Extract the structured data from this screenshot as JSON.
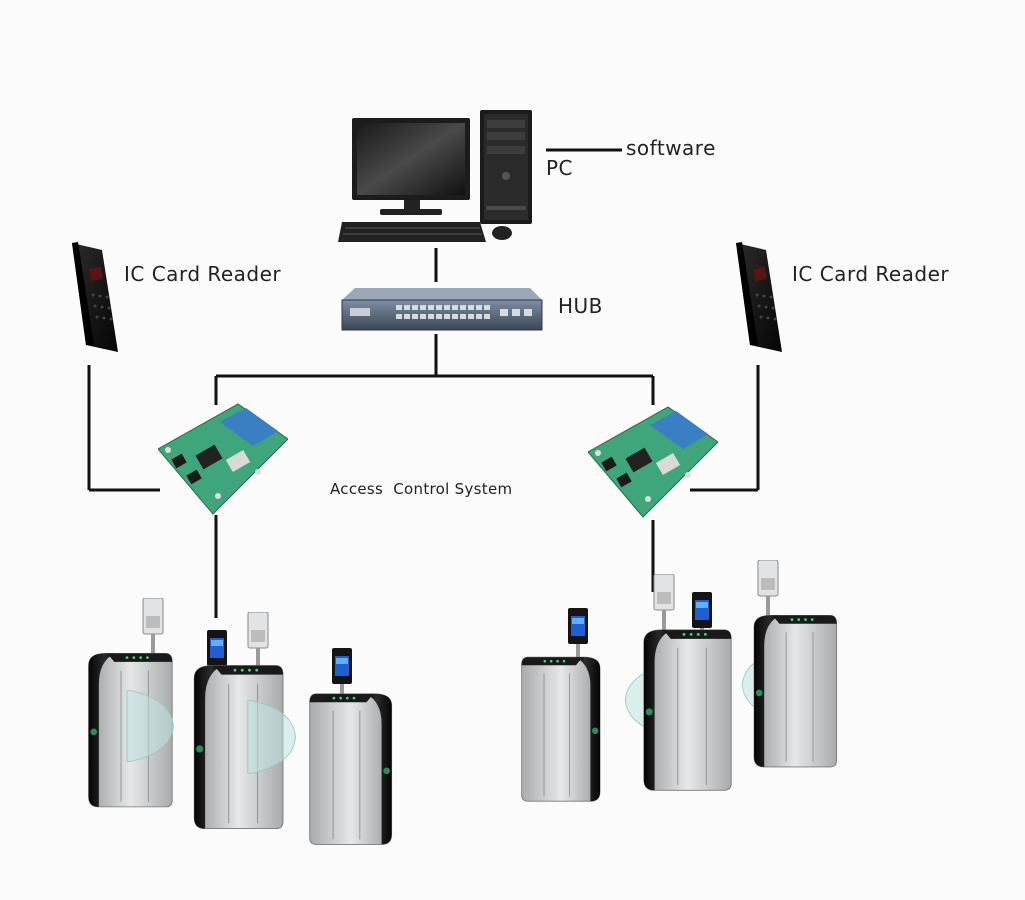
{
  "labels": {
    "software": "software",
    "pc": "PC",
    "hub": "HUB",
    "reader_left": "IC Card Reader",
    "reader_right": "IC Card Reader",
    "access_control": "Access  Control System"
  },
  "colors": {
    "line": "#111111",
    "board_green": "#3fa57a",
    "board_blue": "#3a7fc4",
    "gate_black": "#1c1c1c",
    "gate_silver": "#c9cbcd",
    "glass": "#bfe4e0"
  },
  "icons": [
    "monitor-icon",
    "pc-tower-icon",
    "keyboard-icon",
    "mouse-icon",
    "network-hub-icon",
    "card-reader-icon",
    "controller-board-icon",
    "turnstile-gate-icon",
    "face-terminal-icon"
  ]
}
